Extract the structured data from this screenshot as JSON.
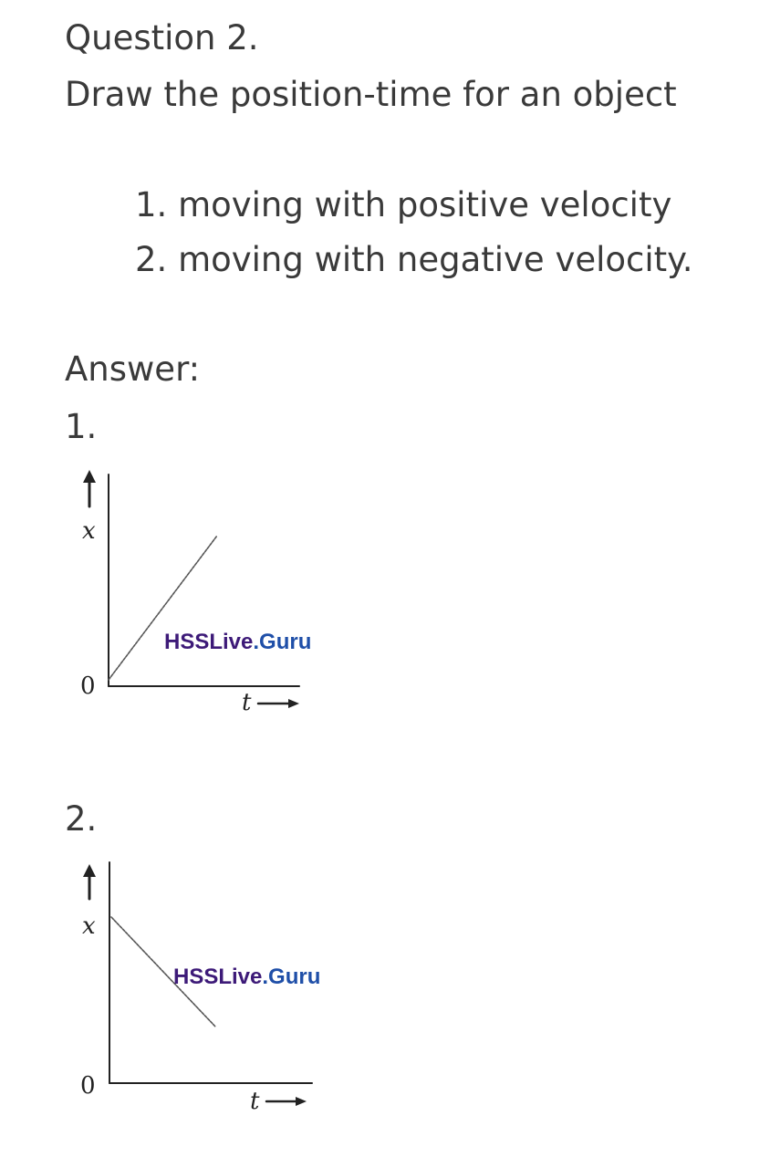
{
  "question": {
    "title": "Question 2.",
    "prompt": "Draw the position-time for an object",
    "items": [
      "1. moving with positive velocity",
      "2. moving with negative velocity."
    ]
  },
  "answer": {
    "label": "Answer:",
    "graphs": [
      {
        "number": "1.",
        "y_axis_label": "x",
        "x_axis_label": "t",
        "origin_label": "0",
        "watermark": {
          "brand": "HSSLive",
          "suffix": ".Guru"
        }
      },
      {
        "number": "2.",
        "y_axis_label": "x",
        "x_axis_label": "t",
        "origin_label": "0",
        "watermark": {
          "brand": "HSSLive",
          "suffix": ".Guru"
        }
      }
    ]
  },
  "colors": {
    "text": "#3a3a3a",
    "watermark_brand": "#3d1a78",
    "watermark_suffix": "#1f4fa8",
    "graph_ink": "#222222"
  }
}
